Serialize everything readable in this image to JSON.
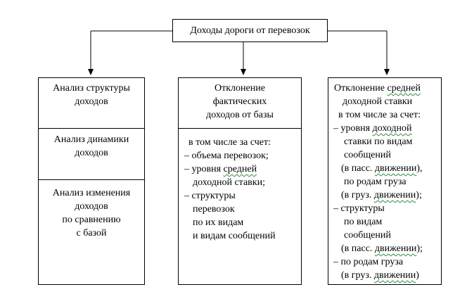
{
  "root": {
    "title": "Доходы дороги от перевозок"
  },
  "col1": {
    "sections": [
      {
        "lines": [
          "Анализ структуры",
          "доходов"
        ]
      },
      {
        "lines": [
          "Анализ динамики",
          "доходов"
        ]
      },
      {
        "lines": [
          "Анализ изменения",
          "доходов",
          "по сравнению",
          "с базой"
        ]
      }
    ]
  },
  "col2": {
    "top": {
      "lines": [
        "Отклонение",
        "фактических",
        "доходов от базы"
      ]
    },
    "bottom": {
      "lines": [
        "в том числе за счет:",
        "– объема перевозок;",
        "– уровня средней",
        "доходной ставки;",
        "– структуры",
        "перевозок",
        "по их видам",
        "и видам сообщений"
      ]
    }
  },
  "col3": {
    "lines": [
      "Отклонение средней",
      "доходной ставки",
      "в том числе за счет:",
      "– уровня доходной",
      "ставки по видам",
      "сообщений",
      "(в пасс. движении),",
      "по родам груза",
      "(в груз. движении);",
      "– структуры",
      "по видам",
      "сообщений",
      "(в пасс. движении);",
      "– по родам груза",
      "(в груз. движении)"
    ]
  }
}
